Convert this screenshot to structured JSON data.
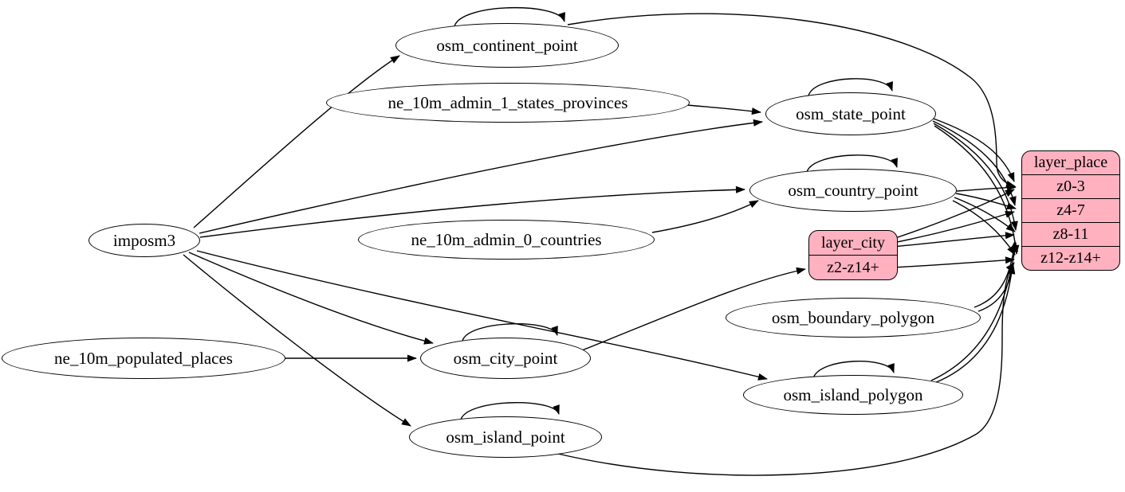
{
  "diagram": {
    "background_color": "#ffffff",
    "edge_color": "#000000",
    "table_fill_color": "#ffffff",
    "layer_fill_color": "#ffb1c0",
    "nodes": {
      "imposm3": {
        "type": "ellipse",
        "label": "imposm3"
      },
      "osm_continent_point": {
        "type": "ellipse",
        "label": "osm_continent_point"
      },
      "ne_10m_admin_1_states_provinces": {
        "type": "ellipse",
        "label": "ne_10m_admin_1_states_provinces"
      },
      "osm_state_point": {
        "type": "ellipse",
        "label": "osm_state_point"
      },
      "osm_country_point": {
        "type": "ellipse",
        "label": "osm_country_point"
      },
      "ne_10m_admin_0_countries": {
        "type": "ellipse",
        "label": "ne_10m_admin_0_countries"
      },
      "layer_city": {
        "type": "record",
        "label": "layer_city",
        "rows": [
          "z2-z14+"
        ]
      },
      "osm_boundary_polygon": {
        "type": "ellipse",
        "label": "osm_boundary_polygon"
      },
      "ne_10m_populated_places": {
        "type": "ellipse",
        "label": "ne_10m_populated_places"
      },
      "osm_city_point": {
        "type": "ellipse",
        "label": "osm_city_point"
      },
      "osm_island_polygon": {
        "type": "ellipse",
        "label": "osm_island_polygon"
      },
      "osm_island_point": {
        "type": "ellipse",
        "label": "osm_island_point"
      },
      "layer_place": {
        "type": "record",
        "label": "layer_place",
        "rows": [
          "z0-3",
          "z4-7",
          "z8-11",
          "z12-z14+"
        ]
      }
    },
    "edges": [
      {
        "from": "imposm3",
        "to": "osm_continent_point"
      },
      {
        "from": "imposm3",
        "to": "osm_state_point"
      },
      {
        "from": "imposm3",
        "to": "osm_country_point"
      },
      {
        "from": "imposm3",
        "to": "osm_city_point"
      },
      {
        "from": "imposm3",
        "to": "osm_island_point"
      },
      {
        "from": "imposm3",
        "to": "osm_island_polygon"
      },
      {
        "from": "ne_10m_admin_1_states_provinces",
        "to": "osm_state_point"
      },
      {
        "from": "ne_10m_admin_0_countries",
        "to": "osm_country_point"
      },
      {
        "from": "ne_10m_populated_places",
        "to": "osm_city_point"
      },
      {
        "from": "osm_continent_point",
        "to": "osm_continent_point"
      },
      {
        "from": "osm_state_point",
        "to": "osm_state_point"
      },
      {
        "from": "osm_country_point",
        "to": "osm_country_point"
      },
      {
        "from": "osm_city_point",
        "to": "osm_city_point"
      },
      {
        "from": "osm_island_point",
        "to": "osm_island_point"
      },
      {
        "from": "osm_island_polygon",
        "to": "osm_island_polygon"
      },
      {
        "from": "osm_continent_point",
        "to": "layer_place",
        "port": "z0-3"
      },
      {
        "from": "osm_state_point",
        "to": "layer_place",
        "port": "z0-3"
      },
      {
        "from": "osm_state_point",
        "to": "layer_place",
        "port": "z4-7"
      },
      {
        "from": "osm_state_point",
        "to": "layer_place",
        "port": "z8-11"
      },
      {
        "from": "osm_state_point",
        "to": "layer_place",
        "port": "z12-z14+"
      },
      {
        "from": "osm_country_point",
        "to": "layer_place",
        "port": "z0-3"
      },
      {
        "from": "osm_country_point",
        "to": "layer_place",
        "port": "z4-7"
      },
      {
        "from": "osm_country_point",
        "to": "layer_place",
        "port": "z8-11"
      },
      {
        "from": "osm_country_point",
        "to": "layer_place",
        "port": "z12-z14+"
      },
      {
        "from": "osm_city_point",
        "to": "layer_city",
        "port": "z2-z14+"
      },
      {
        "from": "layer_city",
        "to": "layer_place",
        "port": "z0-3"
      },
      {
        "from": "layer_city",
        "to": "layer_place",
        "port": "z4-7"
      },
      {
        "from": "layer_city",
        "to": "layer_place",
        "port": "z8-11"
      },
      {
        "from": "layer_city",
        "to": "layer_place",
        "port": "z12-z14+"
      },
      {
        "from": "osm_boundary_polygon",
        "to": "layer_place",
        "port": "z8-11"
      },
      {
        "from": "osm_boundary_polygon",
        "to": "layer_place",
        "port": "z12-z14+"
      },
      {
        "from": "osm_island_polygon",
        "to": "layer_place",
        "port": "z8-11"
      },
      {
        "from": "osm_island_polygon",
        "to": "layer_place",
        "port": "z12-z14+"
      },
      {
        "from": "osm_island_point",
        "to": "layer_place",
        "port": "z12-z14+"
      }
    ]
  }
}
